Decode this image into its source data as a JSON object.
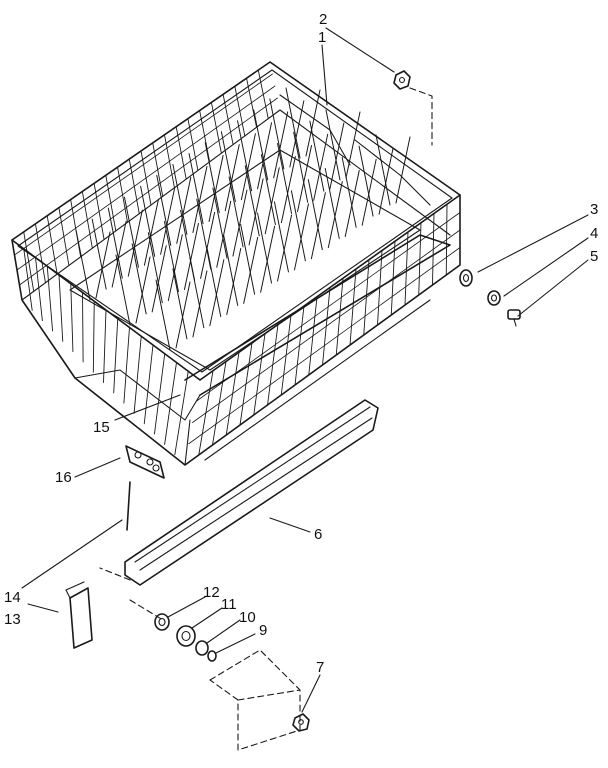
{
  "callouts": [
    {
      "id": "c1",
      "text": "1"
    },
    {
      "id": "c2",
      "text": "2"
    },
    {
      "id": "c3",
      "text": "3"
    },
    {
      "id": "c4",
      "text": "4"
    },
    {
      "id": "c5",
      "text": "5"
    },
    {
      "id": "c6",
      "text": "6"
    },
    {
      "id": "c7",
      "text": "7"
    },
    {
      "id": "c9",
      "text": "9"
    },
    {
      "id": "c10",
      "text": "10"
    },
    {
      "id": "c11",
      "text": "11"
    },
    {
      "id": "c12",
      "text": "12"
    },
    {
      "id": "c13",
      "text": "13"
    },
    {
      "id": "c14",
      "text": "14"
    },
    {
      "id": "c15",
      "text": "15"
    },
    {
      "id": "c16",
      "text": "16"
    }
  ]
}
